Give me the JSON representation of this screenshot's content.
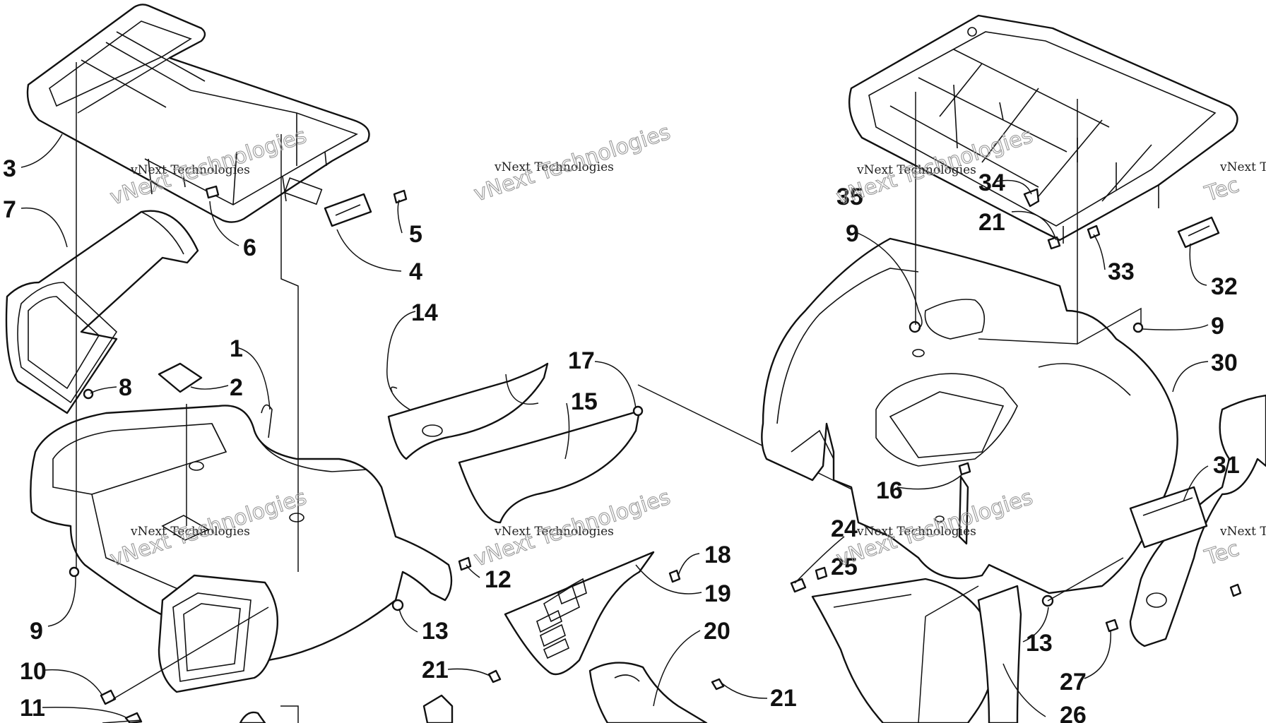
{
  "diagram": {
    "callouts": [
      {
        "id": "c3",
        "text": "3"
      },
      {
        "id": "c7",
        "text": "7"
      },
      {
        "id": "c6",
        "text": "6"
      },
      {
        "id": "c5",
        "text": "5"
      },
      {
        "id": "c4",
        "text": "4"
      },
      {
        "id": "c1",
        "text": "1"
      },
      {
        "id": "c2",
        "text": "2"
      },
      {
        "id": "c8",
        "text": "8"
      },
      {
        "id": "c9a",
        "text": "9"
      },
      {
        "id": "c10",
        "text": "10"
      },
      {
        "id": "c11",
        "text": "11"
      },
      {
        "id": "c12",
        "text": "12"
      },
      {
        "id": "c13a",
        "text": "13"
      },
      {
        "id": "c14",
        "text": "14"
      },
      {
        "id": "c15",
        "text": "15"
      },
      {
        "id": "c17",
        "text": "17"
      },
      {
        "id": "c18",
        "text": "18"
      },
      {
        "id": "c19",
        "text": "19"
      },
      {
        "id": "c20",
        "text": "20"
      },
      {
        "id": "c21a",
        "text": "21"
      },
      {
        "id": "c21b",
        "text": "21"
      },
      {
        "id": "c21c",
        "text": "21"
      },
      {
        "id": "c35",
        "text": "35"
      },
      {
        "id": "c9b",
        "text": "9"
      },
      {
        "id": "c34",
        "text": "34"
      },
      {
        "id": "c33",
        "text": "33"
      },
      {
        "id": "c32",
        "text": "32"
      },
      {
        "id": "c9c",
        "text": "9"
      },
      {
        "id": "c30",
        "text": "30"
      },
      {
        "id": "c16",
        "text": "16"
      },
      {
        "id": "c31",
        "text": "31"
      },
      {
        "id": "c24",
        "text": "24"
      },
      {
        "id": "c25",
        "text": "25"
      },
      {
        "id": "c13b",
        "text": "13"
      },
      {
        "id": "c27",
        "text": "27"
      },
      {
        "id": "c26",
        "text": "26"
      }
    ],
    "watermark": {
      "small_text": "vNext Technologies",
      "big_text": "vNext Technologies",
      "partial_small": "vNext Tec",
      "partial_big": "Tec"
    }
  }
}
